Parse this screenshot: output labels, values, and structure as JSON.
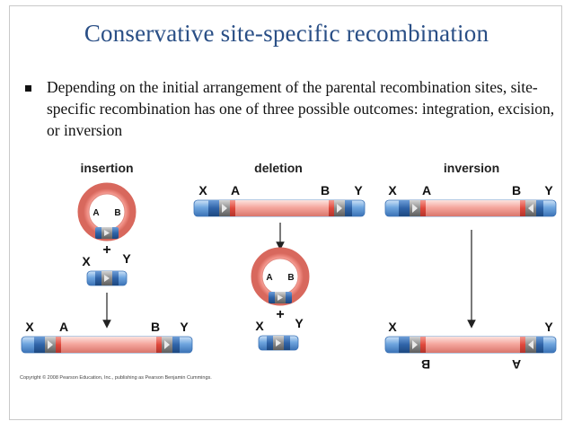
{
  "slide": {
    "title": "Conservative site-specific recombination",
    "bullet": "Depending on the initial arrangement of the parental recombination sites, site-specific recombination has one of three possible outcomes: integration, excision, or inversion",
    "copyright": "Copyright © 2008 Pearson Education, Inc., publishing as Pearson Benjamin Cummings."
  },
  "panels": {
    "insertion": {
      "title": "insertion",
      "ring_left": "A",
      "ring_right": "B",
      "plus": "+",
      "small_left": "X",
      "small_right": "Y",
      "product_labels": [
        "X",
        "A",
        "B",
        "Y"
      ]
    },
    "deletion": {
      "title": "deletion",
      "top_labels": [
        "X",
        "A",
        "B",
        "Y"
      ],
      "ring_left": "A",
      "ring_right": "B",
      "plus": "+",
      "small_left": "X",
      "small_right": "Y"
    },
    "inversion": {
      "title": "inversion",
      "top_labels": [
        "X",
        "A",
        "B",
        "Y"
      ],
      "product_top_left": "X",
      "product_top_right": "Y",
      "product_bottom_left": "B",
      "product_bottom_right": "A"
    }
  },
  "colors": {
    "title": "#2a4f86",
    "blue_dna": "#4f8fd4",
    "red_dna": "#e8645a",
    "pink_dna": "#f6b0a8",
    "site_gray": "#8a8a8a"
  }
}
